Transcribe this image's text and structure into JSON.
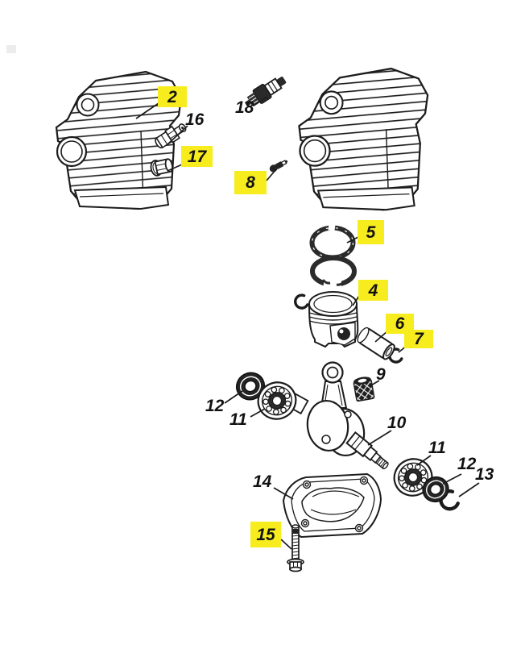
{
  "colors": {
    "background": "#ffffff",
    "line": "#1c1c1c",
    "highlight": "#f7ec1e",
    "text": "#111111"
  },
  "callouts": [
    {
      "id": "2",
      "label": "2",
      "highlighted": true
    },
    {
      "id": "16",
      "label": "16",
      "highlighted": false
    },
    {
      "id": "17",
      "label": "17",
      "highlighted": true
    },
    {
      "id": "18",
      "label": "18",
      "highlighted": false
    },
    {
      "id": "8",
      "label": "8",
      "highlighted": true
    },
    {
      "id": "5",
      "label": "5",
      "highlighted": true
    },
    {
      "id": "4",
      "label": "4",
      "highlighted": true
    },
    {
      "id": "6",
      "label": "6",
      "highlighted": true
    },
    {
      "id": "7",
      "label": "7",
      "highlighted": true
    },
    {
      "id": "9",
      "label": "9",
      "highlighted": false
    },
    {
      "id": "12-left",
      "label": "12",
      "highlighted": false
    },
    {
      "id": "11-left",
      "label": "11",
      "highlighted": false
    },
    {
      "id": "10",
      "label": "10",
      "highlighted": false
    },
    {
      "id": "11-right",
      "label": "11",
      "highlighted": false
    },
    {
      "id": "12-right",
      "label": "12",
      "highlighted": false
    },
    {
      "id": "13",
      "label": "13",
      "highlighted": false
    },
    {
      "id": "14",
      "label": "14",
      "highlighted": false
    },
    {
      "id": "15",
      "label": "15",
      "highlighted": true
    }
  ]
}
